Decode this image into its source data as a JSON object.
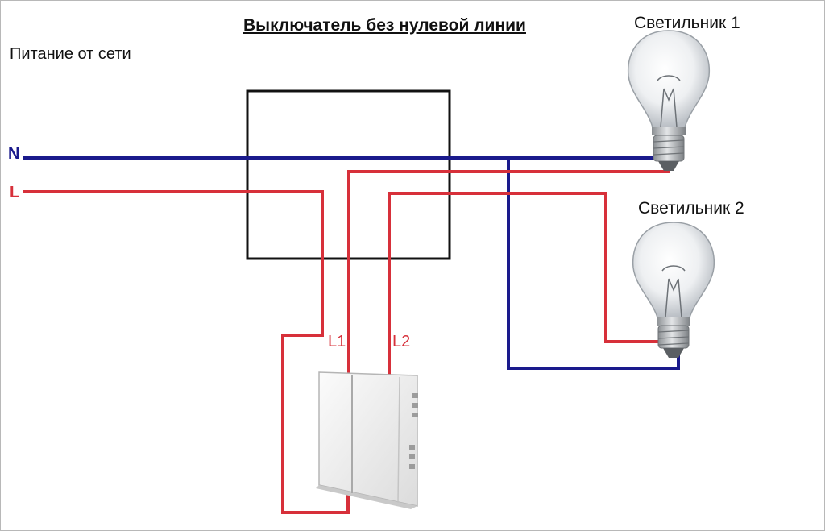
{
  "diagram": {
    "title": "Выключатель без нулевой линии",
    "power_label": "Питание от сети",
    "lamp1_label": "Светильник 1",
    "lamp2_label": "Светильник 2",
    "neutral_label": "N",
    "line_label": "L",
    "switch_l1_label": "L1",
    "switch_l2_label": "L2",
    "colors": {
      "neutral_wire": "#1a1a8c",
      "line_wire": "#d7303a",
      "junction_box": "#111111",
      "label_red": "#d7303a",
      "label_blue": "#1a1a8c"
    }
  }
}
